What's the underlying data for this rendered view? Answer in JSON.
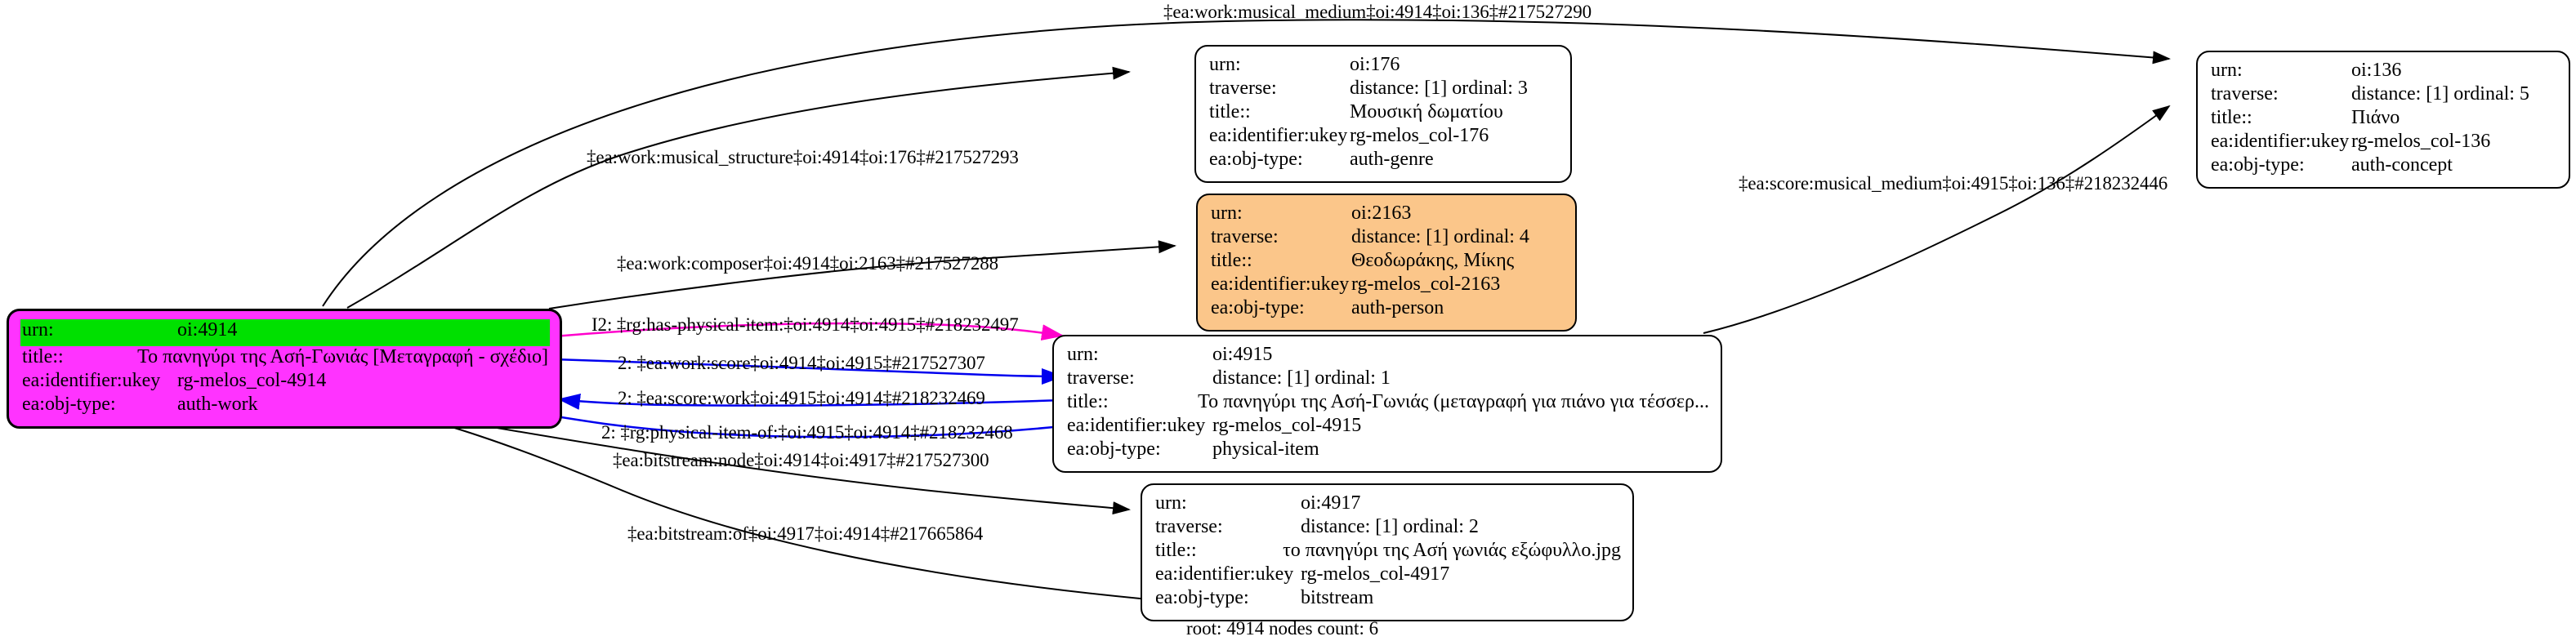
{
  "graph": {
    "caption": "root: 4914 nodes count: 6",
    "colors": {
      "root_fill": "#ff33ff",
      "root_highlight": "#00e000",
      "person_fill": "#fbc68a",
      "default_fill": "#ffffff",
      "edge_default": "#000000",
      "edge_magenta": "#ff00cc",
      "edge_blue": "#0000ee"
    },
    "field_labels": {
      "urn": "urn:",
      "traverse": "traverse:",
      "title": "title::",
      "identifier": "ea:identifier:ukey",
      "objtype": "ea:obj-type:"
    },
    "nodes": [
      {
        "id": "n4914",
        "urn": "oi:4914",
        "title": "Το πανηγύρι της Ασή-Γωνιάς [Μεταγραφή - σχέδιο]",
        "identifier": "rg-melos_col-4914",
        "objtype": "auth-work"
      },
      {
        "id": "n176",
        "urn": "oi:176",
        "traverse": "distance: [1]     ordinal: 3",
        "title": "Μουσική δωματίου",
        "identifier": "rg-melos_col-176",
        "objtype": "auth-genre"
      },
      {
        "id": "n2163",
        "urn": "oi:2163",
        "traverse": "distance: [1]     ordinal: 4",
        "title": "Θεοδωράκης, Μίκης",
        "identifier": "rg-melos_col-2163",
        "objtype": "auth-person"
      },
      {
        "id": "n136",
        "urn": "oi:136",
        "traverse": "distance: [1]     ordinal: 5",
        "title": "Πιάνο",
        "identifier": "rg-melos_col-136",
        "objtype": "auth-concept"
      },
      {
        "id": "n4915",
        "urn": "oi:4915",
        "traverse": "distance: [1]    ordinal: 1",
        "title": "Το πανηγύρι της Ασή-Γωνιάς (μεταγραφή για πιάνο για τέσσερ...",
        "identifier": "rg-melos_col-4915",
        "objtype": "physical-item"
      },
      {
        "id": "n4917",
        "urn": "oi:4917",
        "traverse": "distance: [1]     ordinal: 2",
        "title": "το πανηγύρι της Ασή γωνιάς εξώφυλλο.jpg",
        "identifier": "rg-melos_col-4917",
        "objtype": "bitstream"
      }
    ],
    "edges": [
      {
        "id": "e1",
        "label": "‡ea:work:musical_medium‡oi:4914‡oi:136‡#217527290"
      },
      {
        "id": "e2",
        "label": "‡ea:work:musical_structure‡oi:4914‡oi:176‡#217527293"
      },
      {
        "id": "e3",
        "label": "‡ea:work:composer‡oi:4914‡oi:2163‡#217527288"
      },
      {
        "id": "e4",
        "label": "I2: ‡rg:has-physical-item:‡oi:4914‡oi:4915‡#218232497"
      },
      {
        "id": "e5",
        "label": "2: ‡ea:work:score‡oi:4914‡oi:4915‡#217527307"
      },
      {
        "id": "e6",
        "label": "2: ‡ea:score:work‡oi:4915‡oi:4914‡#218232469"
      },
      {
        "id": "e7",
        "label": "2: ‡rg:physical-item-of:‡oi:4915‡oi:4914‡#218232468"
      },
      {
        "id": "e8",
        "label": "‡ea:bitstream:node‡oi:4914‡oi:4917‡#217527300"
      },
      {
        "id": "e9",
        "label": "‡ea:bitstream:of‡oi:4917‡oi:4914‡#217665864"
      },
      {
        "id": "e10",
        "label": "‡ea:score:musical_medium‡oi:4915‡oi:136‡#218232446"
      }
    ]
  }
}
